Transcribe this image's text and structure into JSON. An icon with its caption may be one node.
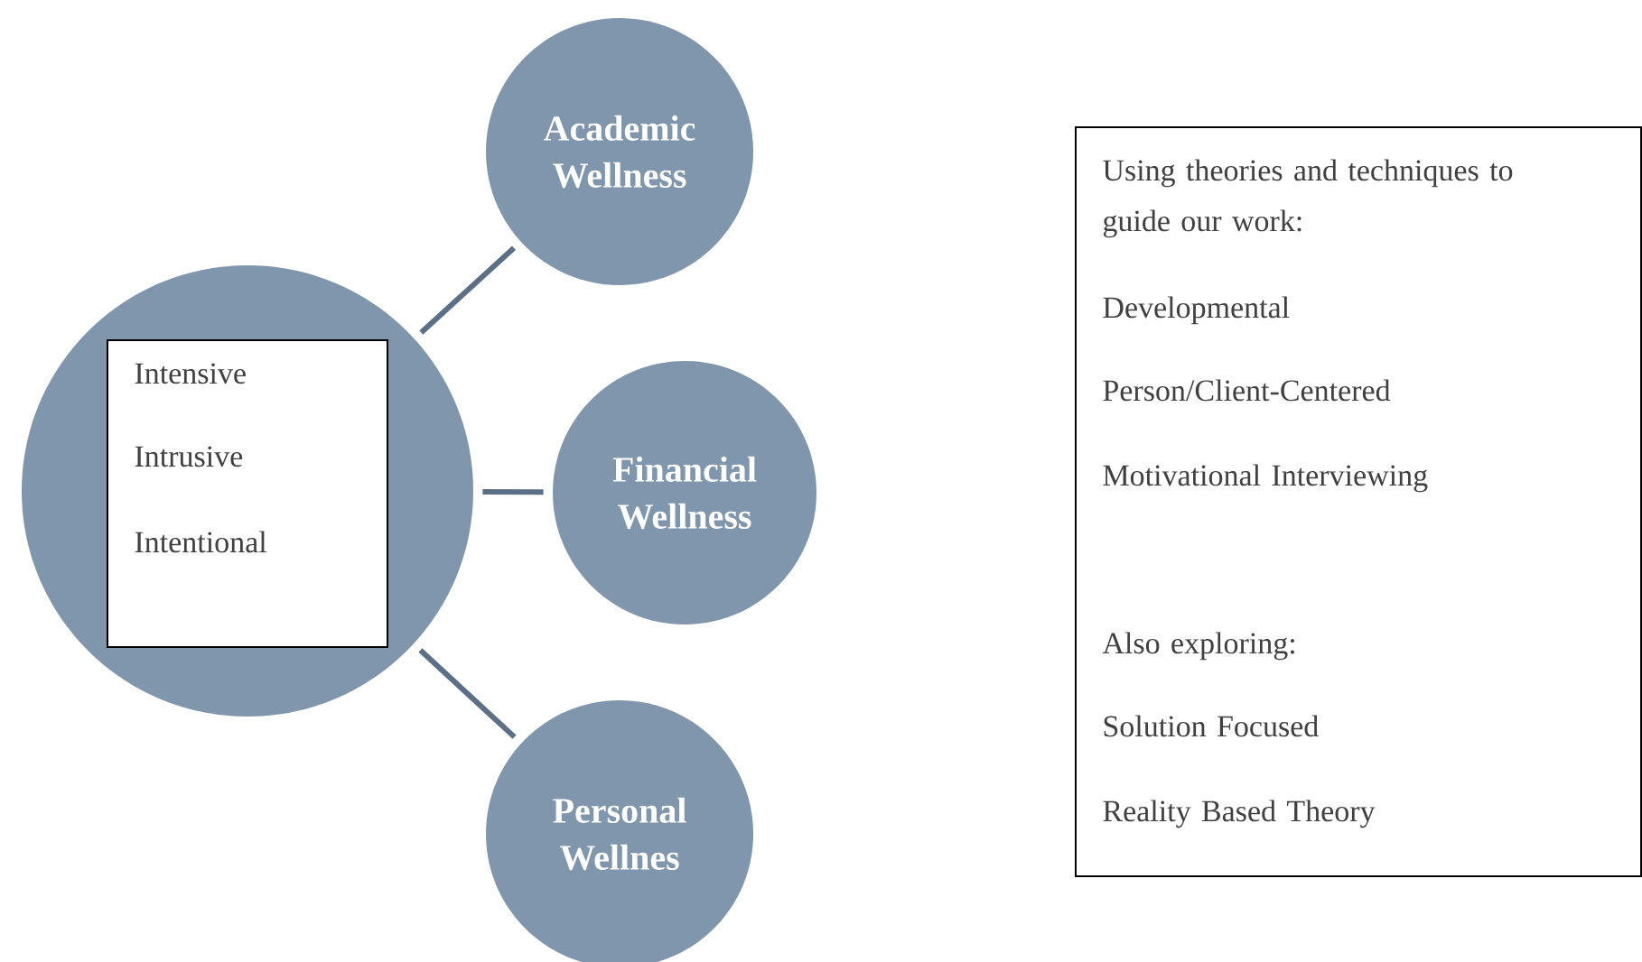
{
  "diagram": {
    "nodes": [
      {
        "text": [],
        "shape": "circle"
      },
      {
        "text": [
          "Intensive",
          "Intrusive",
          "Intentional"
        ],
        "in": 0
      },
      {
        "text": [
          "Academic Wellness"
        ]
      },
      {
        "text": [
          "Financial Wellness"
        ]
      },
      {
        "text": [
          "Personal Wellnes"
        ]
      },
      {
        "text": [
          "Using theories and techniques to guide our work:",
          "Developmental",
          "Person/Client-Centered",
          "Motivational Interviewing",
          "Also exploring:",
          "Solution Focused",
          "Reality Based Theory"
        ]
      }
    ],
    "edges": [
      {
        "from": 0,
        "to": 2,
        "arrow": "none"
      },
      {
        "from": 0,
        "to": 3,
        "arrow": "none"
      },
      {
        "from": 0,
        "to": 4,
        "arrow": "none"
      }
    ]
  }
}
